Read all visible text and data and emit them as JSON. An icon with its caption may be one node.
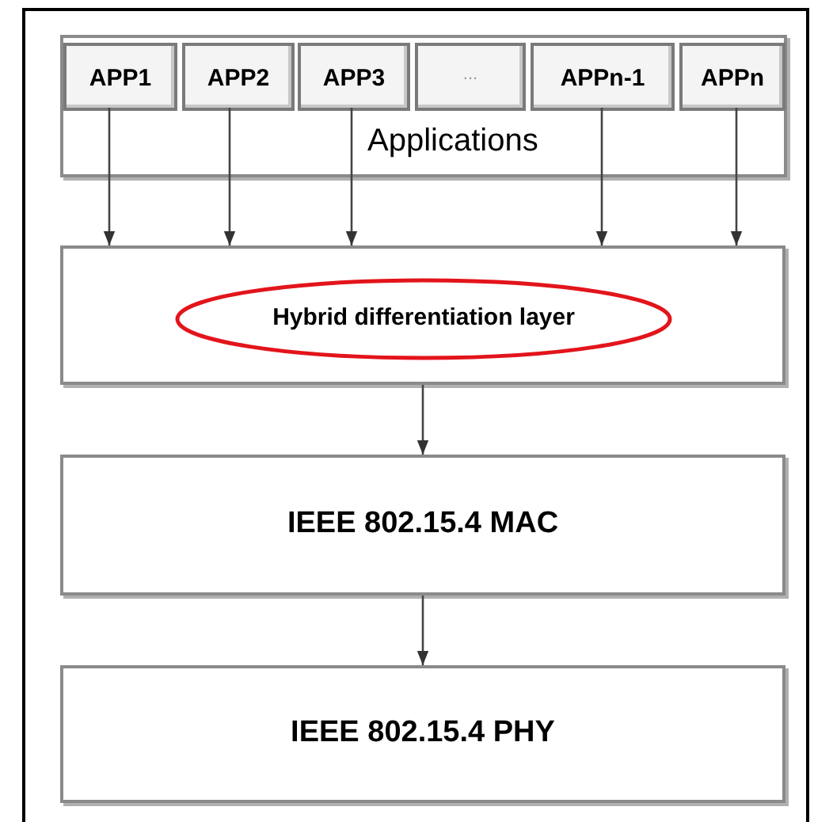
{
  "diagram": {
    "nodes": [
      {
        "text": [
          "Applications"
        ]
      },
      {
        "text": [
          "APP1"
        ],
        "in": 0
      },
      {
        "text": [
          "APP2"
        ],
        "in": 0
      },
      {
        "text": [
          "APP3"
        ],
        "in": 0
      },
      {
        "text": [
          "..."
        ],
        "in": 0
      },
      {
        "text": [
          "APPn-1"
        ],
        "in": 0
      },
      {
        "text": [
          "APPn"
        ],
        "in": 0
      },
      {
        "text": [],
        "shape": "box"
      },
      {
        "text": [
          "Hybrid differentiation layer"
        ],
        "in": 7
      },
      {
        "text": [
          "IEEE 802.15.4 MAC"
        ]
      },
      {
        "text": [
          "IEEE 802.15.4 PHY"
        ]
      }
    ],
    "edges": [
      {
        "from": 1,
        "to": 7,
        "arrow": "to"
      },
      {
        "from": 2,
        "to": 7,
        "arrow": "to"
      },
      {
        "from": 3,
        "to": 7,
        "arrow": "to"
      },
      {
        "from": 5,
        "to": 7,
        "arrow": "to"
      },
      {
        "from": 6,
        "to": 7,
        "arrow": "to"
      },
      {
        "from": 7,
        "to": 9,
        "arrow": "to"
      },
      {
        "from": 9,
        "to": 10,
        "arrow": "to"
      }
    ]
  }
}
